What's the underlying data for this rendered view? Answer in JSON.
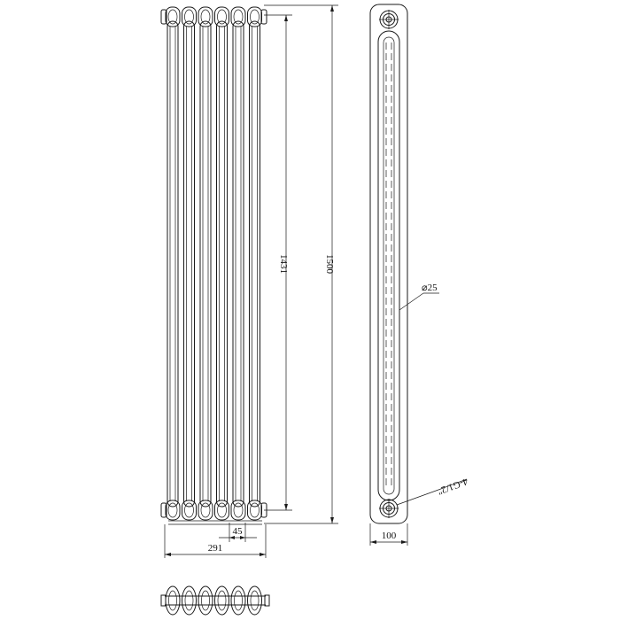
{
  "drawing": {
    "dimensions": {
      "centers_height": "1431",
      "overall_height": "1500",
      "column_pitch": "45",
      "overall_width": "291",
      "depth": "100",
      "tube_diameter": "⌀25",
      "connection_note": "4-G1/2\""
    },
    "column_count": 6,
    "icons": {
      "front_view": "radiator-front-view",
      "side_view": "radiator-side-view",
      "top_view": "radiator-top-view"
    },
    "colors": {
      "line": "#1a1a1a",
      "background": "#ffffff"
    }
  }
}
